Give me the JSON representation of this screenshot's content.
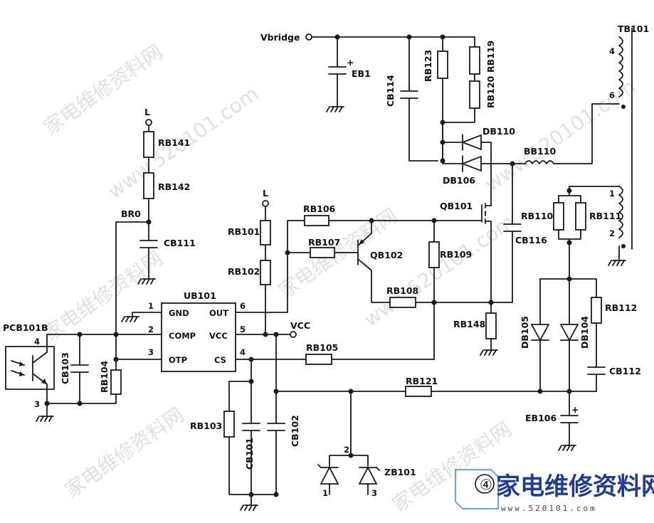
{
  "watermarks": [
    "家电维修资料网",
    "www.520101.com"
  ],
  "logo": {
    "number": "④",
    "text": "家电维修资料网",
    "url": "www.520101.com"
  },
  "nets": {
    "vbridge": "Vbridge",
    "l_top": "L",
    "l_mid": "L",
    "br0": "BR0",
    "vcc": "VCC"
  },
  "ic": {
    "ref": "UB101",
    "pins_left": [
      {
        "num": "1",
        "name": "GND"
      },
      {
        "num": "2",
        "name": "COMP"
      },
      {
        "num": "3",
        "name": "OTP"
      }
    ],
    "pins_right": [
      {
        "num": "6",
        "name": "OUT"
      },
      {
        "num": "5",
        "name": "VCC"
      },
      {
        "num": "4",
        "name": "CS"
      }
    ]
  },
  "components": {
    "eb1": "EB1",
    "cb114": "CB114",
    "rb123": "RB123",
    "rb119": "RB119",
    "rb120": "RB120",
    "db110": "DB110",
    "db106": "DB106",
    "bb110": "BB110",
    "tb101": "TB101",
    "qb101": "QB101",
    "cb116": "CB116",
    "rb110": "RB110",
    "rb111": "RB111",
    "rb141": "RB141",
    "rb142": "RB142",
    "cb111": "CB111",
    "rb101": "RB101",
    "rb102": "RB102",
    "rb106": "RB106",
    "rb107": "RB107",
    "qb102": "QB102",
    "rb109": "RB109",
    "rb108": "RB108",
    "rb148": "RB148",
    "rb105": "RB105",
    "pcb101b": "PCB101B",
    "cb103": "CB103",
    "rb104": "RB104",
    "rb103": "RB103",
    "cb101": "CB101",
    "cb102": "CB102",
    "rb121": "RB121",
    "zb101": "ZB101",
    "db105": "DB105",
    "db104": "DB104",
    "rb112": "RB112",
    "cb112": "CB112",
    "eb106": "EB106"
  },
  "pin_numbers": {
    "tb_4": "4",
    "tb_6": "6",
    "tb_1": "1",
    "tb_2": "2",
    "pc_4": "4",
    "pc_3": "3",
    "zb_1": "1",
    "zb_2": "2",
    "zb_3": "3"
  },
  "colors": {
    "line": "#1a1a1a",
    "logo": "#1f3c8f",
    "watermark": "#c9c9c9"
  }
}
